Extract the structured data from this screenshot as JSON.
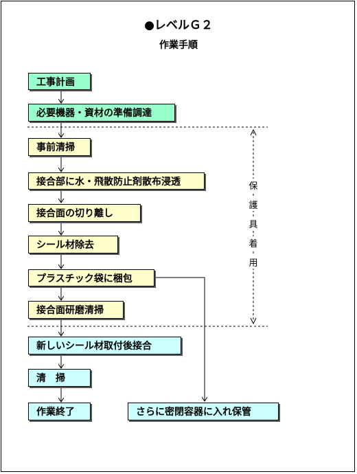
{
  "header": {
    "title": "●レベルＧ２",
    "subtitle": "作業手順"
  },
  "colors": {
    "green_box": "#99ffcc",
    "yellow_box": "#ffffcc",
    "cyan_box": "#ccffff"
  },
  "steps": [
    {
      "label": "工事計画",
      "color": "green"
    },
    {
      "label": "必要機器・資材の準備調達",
      "color": "green"
    },
    {
      "label": "事前清掃",
      "color": "yellow"
    },
    {
      "label": "接合部に水・飛散防止剤散布浸透",
      "color": "yellow"
    },
    {
      "label": "接合面の切り離し",
      "color": "yellow"
    },
    {
      "label": "シール材除去",
      "color": "yellow"
    },
    {
      "label": "プラスチック袋に梱包",
      "color": "yellow"
    },
    {
      "label": "接合面研磨清掃",
      "color": "yellow"
    },
    {
      "label": "新しいシール材取付後接合",
      "color": "cyan"
    },
    {
      "label": "清　掃",
      "color": "cyan"
    },
    {
      "label": "作業終了",
      "color": "cyan"
    }
  ],
  "side_step": {
    "label": "さらに密閉容器に入れ保管",
    "color": "cyan"
  },
  "protection_label": [
    "保",
    "護",
    "具",
    "着",
    "用"
  ]
}
